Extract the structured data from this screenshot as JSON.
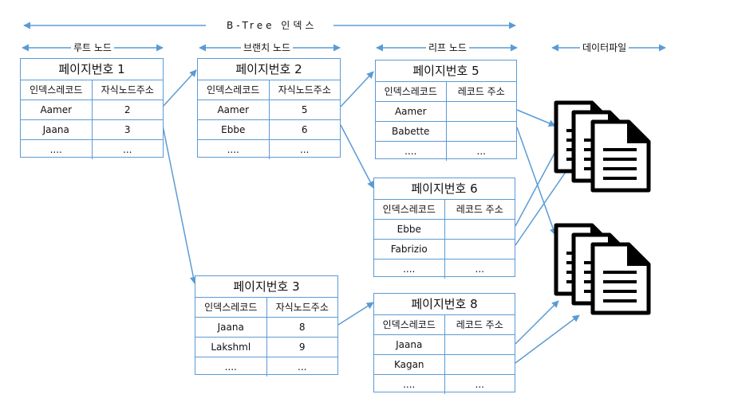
{
  "title": "B-Tree 인덱스",
  "sections": {
    "root": "루트 노드",
    "branch": "브랜치 노드",
    "leaf": "리프 노드",
    "data": "데이터파일"
  },
  "nodes": [
    {
      "id": "p1",
      "title": "페이지번호 1",
      "columns": [
        "인덱스레코드",
        "자식노드주소"
      ],
      "rows": [
        [
          "Aamer",
          "2"
        ],
        [
          "Jaana",
          "3"
        ],
        [
          "....",
          "..."
        ]
      ]
    },
    {
      "id": "p2",
      "title": "페이지번호 2",
      "columns": [
        "인덱스레코드",
        "자식노드주소"
      ],
      "rows": [
        [
          "Aamer",
          "5"
        ],
        [
          "Ebbe",
          "6"
        ],
        [
          "....",
          "..."
        ]
      ]
    },
    {
      "id": "p3",
      "title": "페이지번호 3",
      "columns": [
        "인덱스레코드",
        "자식노드주소"
      ],
      "rows": [
        [
          "Jaana",
          "8"
        ],
        [
          "Lakshml",
          "9"
        ],
        [
          "....",
          "..."
        ]
      ]
    },
    {
      "id": "p5",
      "title": "페이지번호 5",
      "columns": [
        "인덱스레코드",
        "레코드 주소"
      ],
      "rows": [
        [
          "Aamer",
          ""
        ],
        [
          "Babette",
          ""
        ],
        [
          "....",
          "..."
        ]
      ]
    },
    {
      "id": "p6",
      "title": "페이지번호 6",
      "columns": [
        "인덱스레코드",
        "레코드 주소"
      ],
      "rows": [
        [
          "Ebbe",
          ""
        ],
        [
          "Fabrizio",
          ""
        ],
        [
          "....",
          "..."
        ]
      ]
    },
    {
      "id": "p8",
      "title": "페이지번호 8",
      "columns": [
        "인덱스레코드",
        "레코드 주소"
      ],
      "rows": [
        [
          "Jaana",
          ""
        ],
        [
          "Kagan",
          ""
        ],
        [
          "....",
          "..."
        ]
      ]
    }
  ],
  "colors": {
    "line": "#5b9bd5",
    "file": "#000000"
  },
  "icons": [
    "document-stack-icon",
    "document-stack-icon"
  ]
}
